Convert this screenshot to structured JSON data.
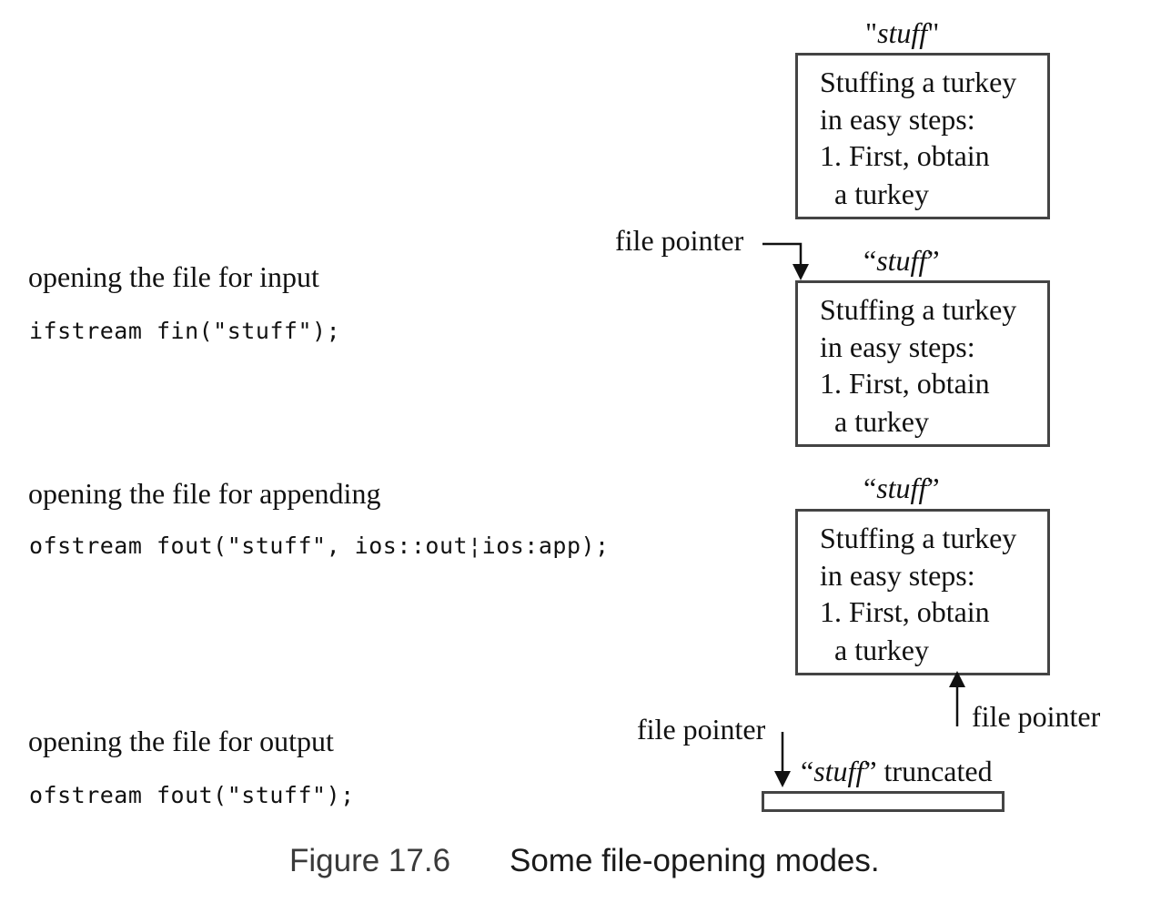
{
  "modes": {
    "input": {
      "heading": "opening the file for input",
      "code": "ifstream fin(\"stuff\");"
    },
    "append": {
      "heading": "opening the file for appending",
      "code": "ofstream fout(\"stuff\", ios::out¦ios:app);"
    },
    "output": {
      "heading": "opening the file for output",
      "code": "ofstream fout(\"stuff\");"
    }
  },
  "files": {
    "original": {
      "quote_open": "\"",
      "name": "stuff",
      "quote_close": "\"",
      "lines": [
        "Stuffing a turkey",
        "in easy steps:",
        "1. First, obtain",
        "  a turkey"
      ]
    },
    "input": {
      "quote_open": "“",
      "name": "stuff",
      "quote_close": "”",
      "lines": [
        "Stuffing a turkey",
        "in easy steps:",
        "1. First, obtain",
        "  a turkey"
      ]
    },
    "append": {
      "quote_open": "“",
      "name": "stuff",
      "quote_close": "”",
      "lines": [
        "Stuffing a turkey",
        "in easy steps:",
        "1. First, obtain",
        "  a turkey"
      ]
    },
    "output": {
      "quote_open": "“",
      "name": "stuff",
      "quote_close": "”",
      "suffix": " truncated"
    }
  },
  "pointers": {
    "input": "file pointer",
    "append": "file pointer",
    "output": "file pointer"
  },
  "caption": {
    "number": "Figure 17.6",
    "text": "Some file-opening modes."
  }
}
